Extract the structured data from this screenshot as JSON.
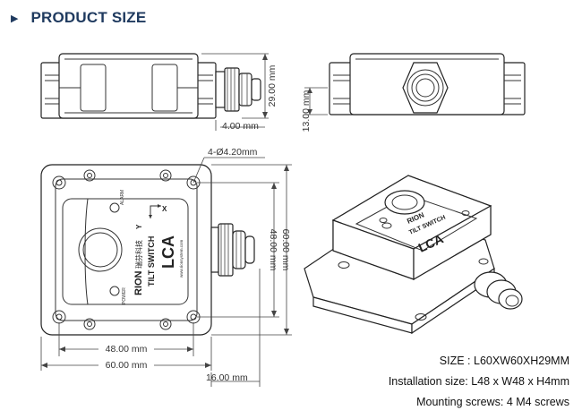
{
  "header": {
    "title": "PRODUCT SIZE",
    "bullet_icon": "play-triangle-icon",
    "color": "#1f3a5f"
  },
  "dimensions": {
    "side_height": "29.00 mm",
    "side_offset": "4.00 mm",
    "front_height": "13.00 mm",
    "hole_spec": "4-Ø4.20mm",
    "top_inner_h": "48.00 mm",
    "top_outer_h": "60.00 mm",
    "top_inner_w": "48.00 mm",
    "top_outer_w": "60.00 mm",
    "cable_len": "16.00 mm"
  },
  "label": {
    "brand": "RION",
    "maker": "瑞芬科技",
    "product": "TILT SWITCH",
    "model": "LCA",
    "alarm": "ALARM",
    "power": "POWER",
    "website": "www.rionsystem.com",
    "axis_x": "X",
    "axis_y": "Y"
  },
  "specs": {
    "size": "SIZE : L60XW60XH29MM",
    "installation": "Installation size: L48 x W48 x H4mm",
    "screws": "Mounting screws: 4 M4 screws"
  }
}
